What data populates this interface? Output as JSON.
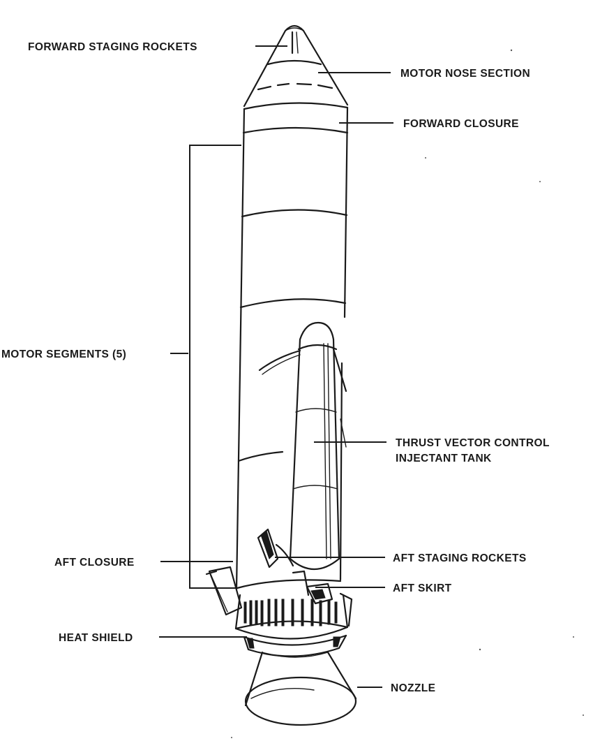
{
  "labels": {
    "forward_staging_rockets": "FORWARD STAGING ROCKETS",
    "motor_nose_section": "MOTOR NOSE SECTION",
    "forward_closure": "FORWARD CLOSURE",
    "motor_segments": "MOTOR SEGMENTS (5)",
    "tvc_tank_line1": "THRUST VECTOR CONTROL",
    "tvc_tank_line2": "INJECTANT TANK",
    "aft_closure": "AFT CLOSURE",
    "aft_staging_rockets": "AFT STAGING ROCKETS",
    "aft_skirt": "AFT SKIRT",
    "heat_shield": "HEAT SHIELD",
    "nozzle": "NOZZLE"
  }
}
